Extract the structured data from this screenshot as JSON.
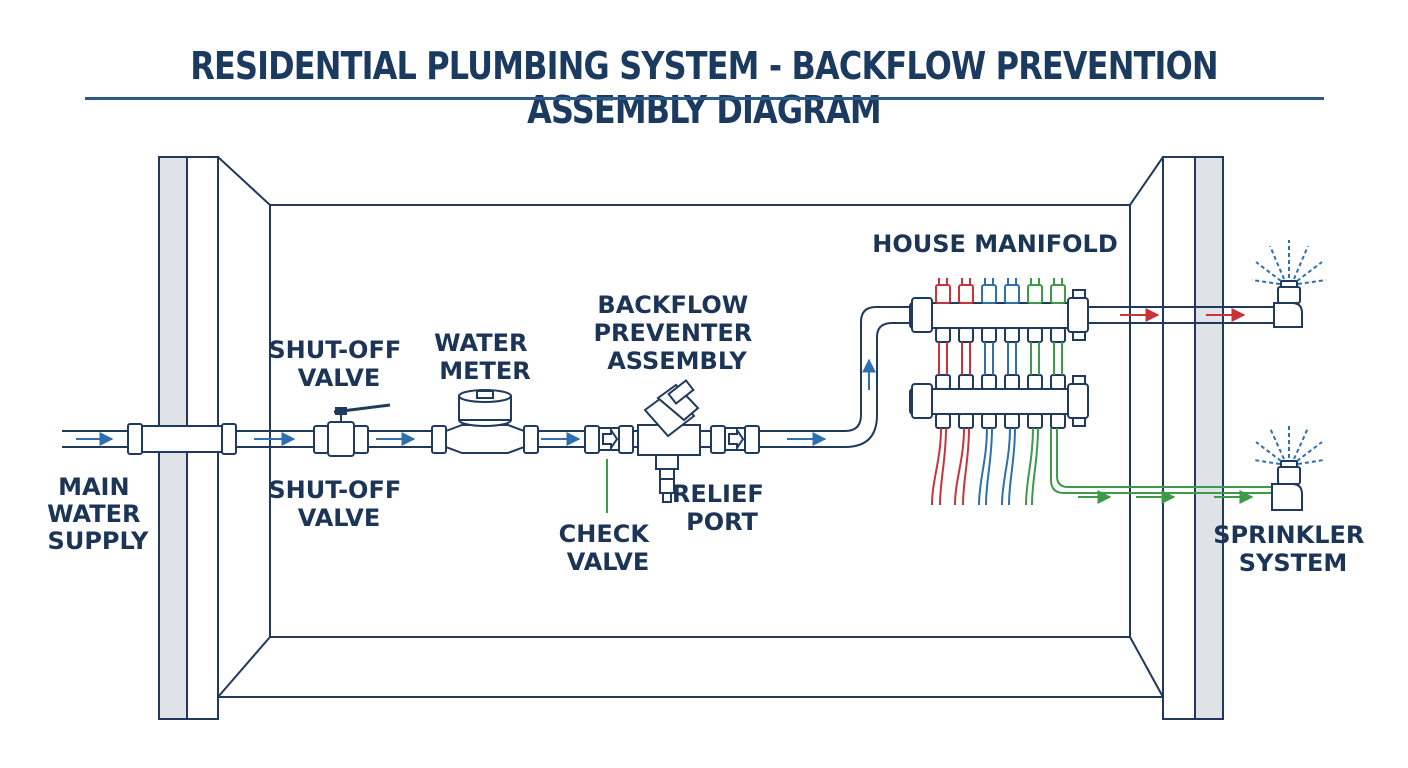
{
  "title": "RESIDENTIAL PLUMBING SYSTEM - BACKFLOW PREVENTION ASSEMBLY DIAGRAM",
  "labels": {
    "main_supply": [
      "MAIN",
      "WATER",
      "SUPPLY"
    ],
    "shutoff_top": [
      "SHUT-OFF",
      "VALVE"
    ],
    "shutoff_bottom": [
      "SHUT-OFF",
      "VALVE"
    ],
    "water_meter": [
      "WATER",
      "METER"
    ],
    "backflow": [
      "BACKFLOW",
      "PREVENTER",
      "ASSEMBLY"
    ],
    "check_valve": [
      "CHECK",
      "VALVE"
    ],
    "relief_port": [
      "RELIEF",
      "PORT"
    ],
    "house_manifold": [
      "HOUSE MANIFOLD"
    ],
    "sprinkler": [
      "SPRINKLER",
      "SYSTEM"
    ]
  },
  "colors": {
    "line": "#1f3a5c",
    "wall": "#dfe3e8",
    "flow_arrow": "#2e6fb0",
    "hot": "#c8343a",
    "cold": "#2e6fb0",
    "green": "#3c9a48"
  }
}
